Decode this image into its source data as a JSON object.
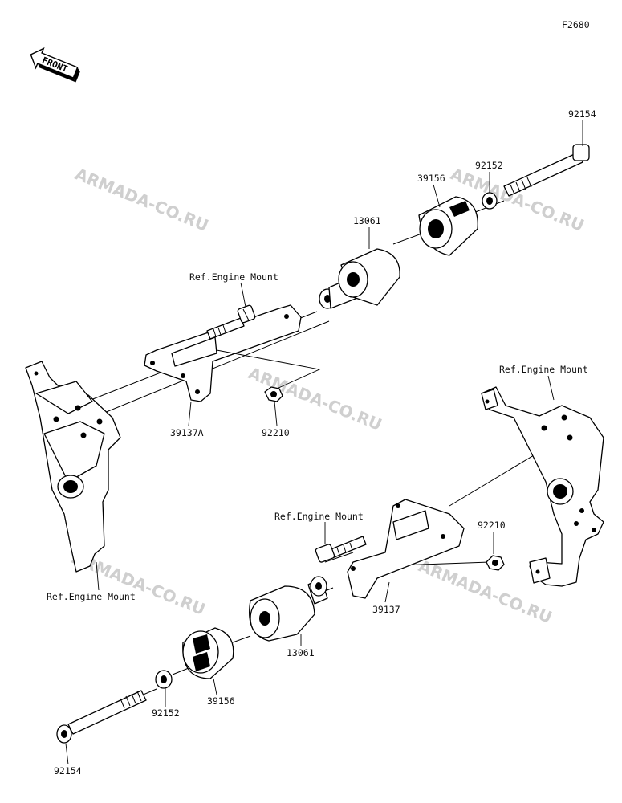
{
  "diagram_code": "F2680",
  "front_marker": "FRONT",
  "watermark": "ARMADA-CO.RU",
  "labels": {
    "p92154_top": "92154",
    "p92152_top": "92152",
    "p39156_top": "39156",
    "p13061_top": "13061",
    "ref_engine_mount_upper": "Ref.Engine Mount",
    "p39137A": "39137A",
    "p92210_upper": "92210",
    "ref_engine_mount_right": "Ref.Engine Mount",
    "ref_engine_mount_mid": "Ref.Engine Mount",
    "p92210_lower": "92210",
    "p39137": "39137",
    "p13061_bottom": "13061",
    "ref_engine_mount_left": "Ref.Engine Mount",
    "p39156_bottom": "39156",
    "p92152_bottom": "92152",
    "p92154_bottom": "92154"
  }
}
